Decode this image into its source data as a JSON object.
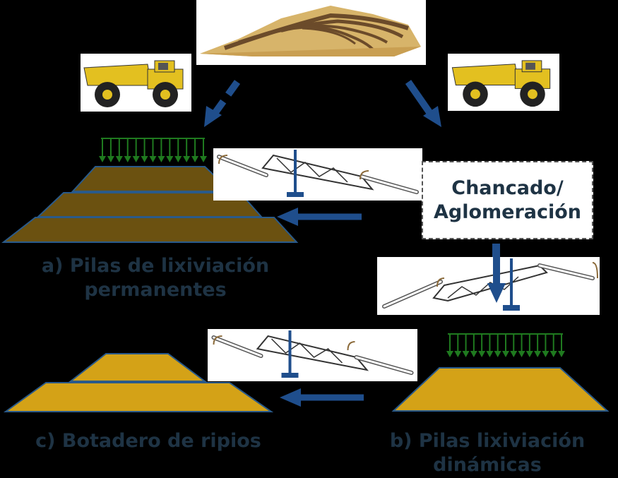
{
  "labels": {
    "permanent": [
      "a) Pilas de lixiviación",
      "permanentes"
    ],
    "dynamic": [
      "b) Pilas lixiviación",
      "dinámicas"
    ],
    "spent": [
      "c) Botadero de ripios"
    ]
  },
  "process_box": {
    "line1": "Chancado/",
    "line2": "Aglomeración"
  },
  "icons": {
    "mine_pit": "open-pit-mine-image",
    "truck": "haul-truck-image",
    "stacker": "conveyor-stacker-image",
    "irrigation": "green-down-arrows"
  },
  "colors": {
    "background": "#000000",
    "heap_permanent": "#6b5110",
    "heap_dynamic": "#d4a217",
    "arrow": "#1f4e8c",
    "irrigation": "#1f7a1f",
    "caption_text": "#1e3344"
  }
}
